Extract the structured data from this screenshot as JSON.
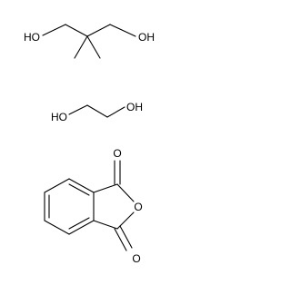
{
  "molecules": [
    {
      "name": "neopentyl glycol",
      "atoms": [
        {
          "id": "o1",
          "label": "HO"
        },
        {
          "id": "o2",
          "label": "OH"
        }
      ]
    },
    {
      "name": "ethylene glycol",
      "atoms": [
        {
          "id": "o1",
          "label": "HO"
        },
        {
          "id": "o2",
          "label": "OH"
        }
      ]
    },
    {
      "name": "phthalic anhydride",
      "atoms": [
        {
          "id": "o_top",
          "label": "O"
        },
        {
          "id": "o_ring",
          "label": "O"
        },
        {
          "id": "o_bottom",
          "label": "O"
        }
      ]
    }
  ]
}
